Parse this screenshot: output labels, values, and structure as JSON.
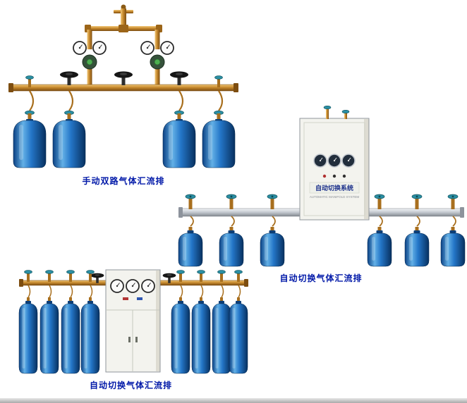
{
  "page": {
    "background": "#ffffff",
    "type": "gas-manifold-product-gallery"
  },
  "products": [
    {
      "caption": "手动双路气体汇流排",
      "cylinder_count": 4
    },
    {
      "caption": "自动切换气体汇流排",
      "cylinder_count": 6,
      "panel_title": "自动切换系统",
      "panel_subtitle": "AUTOMATIC MANIFOLD SYSTEM"
    },
    {
      "caption": "自动切换气体汇流排",
      "cylinder_count": 8
    }
  ],
  "colors": {
    "caption_blue": "#0018a8",
    "cylinder_light": "#63b0e6",
    "cylinder_dark": "#0b4184",
    "brass": "#c78a2e",
    "teal_handle": "#2b8fa3",
    "silver_pipe": "#c2c7ce",
    "cabinet_white": "#f3f3ee",
    "panel_text_blue": "#1a2f8a"
  }
}
